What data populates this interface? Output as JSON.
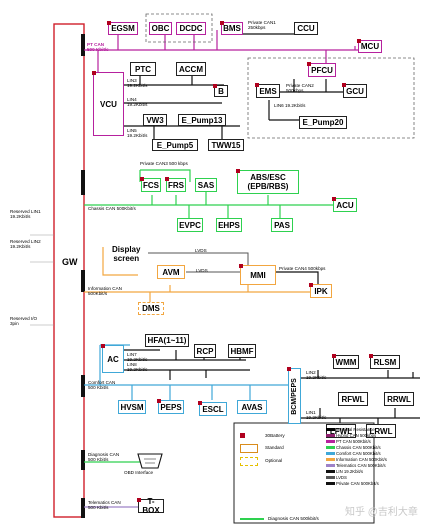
{
  "ecus": {
    "gw": "GW",
    "egsm": "EGSM",
    "obc": "OBC",
    "dcdc": "DCDC",
    "bms": "BMS",
    "ccu": "CCU",
    "mcu": "MCU",
    "vcu": "VCU",
    "ptc": "PTC",
    "accm": "ACCM",
    "b": "B",
    "vw3": "VW3",
    "e_pump13": "E_Pump13",
    "e_pump5": "E_Pump5",
    "tww15": "TWW15",
    "pfcu": "PFCU",
    "ems": "EMS",
    "gcu": "GCU",
    "e_pump20": "E_Pump20",
    "fcs": "FCS",
    "frs": "FRS",
    "sas": "SAS",
    "abs_esc": "ABS/ESC\n(EPB/RBS)",
    "acu": "ACU",
    "evpc": "EVPC",
    "ehps": "EHPS",
    "pas": "PAS",
    "display": "Display\nscreen",
    "avm": "AVM",
    "mmi": "MMI",
    "ipk": "IPK",
    "dms": "DMS",
    "ac": "AC",
    "hfa": "HFA(1~11)",
    "rcp": "RCP",
    "hbmf": "HBMF",
    "hvsm": "HVSM",
    "peps": "PEPS",
    "escl": "ESCL",
    "avas": "AVAS",
    "bcm_peps": "BCM/PEPS",
    "wmm": "WMM",
    "rlsm": "RLSM",
    "rfwl": "RFWL",
    "rrwl": "RRWL",
    "lfwl": "LFWL",
    "lrwl": "LRWL",
    "tbox": "T-BOX"
  },
  "labels": {
    "pt_can": "PT CAN\n500 Kbit/s",
    "private_can1": "Private CAN1\n250kbps",
    "private_can2": "Private CAN2\n500kbps",
    "lin6": "LIN6 19.2Kbit/s",
    "lin3": "LIN3\n19.2Kbit/s",
    "lin4": "LIN4\n19.2Kbit/s",
    "lin5": "LIN5\n19.2Kbit/s",
    "private_can3": "Private CAN3 500 kbps",
    "chassis_can": "Chassis CAN 500Kbit/s",
    "reserved_lin1": "Reserved LIN1\n19.2Kbit/s",
    "reserved_lin2": "Reserved LIN2\n19.2Kbit/s",
    "reserved_io": "Reserved I/O\n3pin",
    "lvds1": "LVDS",
    "lvds2": "LVDS",
    "private_can4": "Private CAN4 500kbps",
    "info_can": "Information CAN\n500Kbit/s",
    "lin7": "LIN7\n19.2Kbit/s",
    "lin8": "LIN8\n19.2Kbit/s",
    "comfort_can": "Comfort CAN\n500 Kbit/s",
    "lin2": "LIN2\n19.2Kbit/s",
    "lin1": "LIN1\n19.2Kbit/s",
    "diag_can": "Diagnosis CAN\n500 Kbit/s",
    "obd": "OBD Interface",
    "telematics_can": "Telematics CAN\n500 Kbit/s"
  },
  "legend": {
    "items": [
      {
        "text": "Terminal Resistance",
        "color": "#000000"
      },
      {
        "text": "Hybrid CAN 500kbps",
        "color": "#8e1f6e"
      },
      {
        "text": "PT CAN 500Kbit/s",
        "color": "#b6219e"
      },
      {
        "text": "Chassis CAN 500Kbit/s",
        "color": "#2ed14f"
      },
      {
        "text": "Comfort CAN 500Kbit/s",
        "color": "#40a8d8"
      },
      {
        "text": "Information CAN 500Kbit/s",
        "color": "#f2a640"
      },
      {
        "text": "Telematics CAN 500Kbit/s",
        "color": "#9e82c8"
      },
      {
        "text": "LIN 19.2Kbit/s",
        "color": "#111111"
      },
      {
        "text": "LVDS",
        "color": "#555555"
      },
      {
        "text": "Private CAN 500Kbit/s",
        "color": "#111111"
      }
    ],
    "small_items": [
      {
        "text": "30Battery",
        "color": "#b0001e"
      },
      {
        "text": "Standard",
        "color": "#d98c1b"
      },
      {
        "text": "Optional",
        "color": "#e6c000"
      }
    ],
    "diag_legend": "Diagnosis CAN 500kbit/s"
  },
  "watermark": "知乎 @吉利大章",
  "colors": {
    "pt": "#b6219e",
    "chassis": "#2ed14f",
    "comfort": "#40a8d8",
    "info": "#f2a640",
    "gw_edge": "#d0202a",
    "battery": "#b0001e"
  }
}
